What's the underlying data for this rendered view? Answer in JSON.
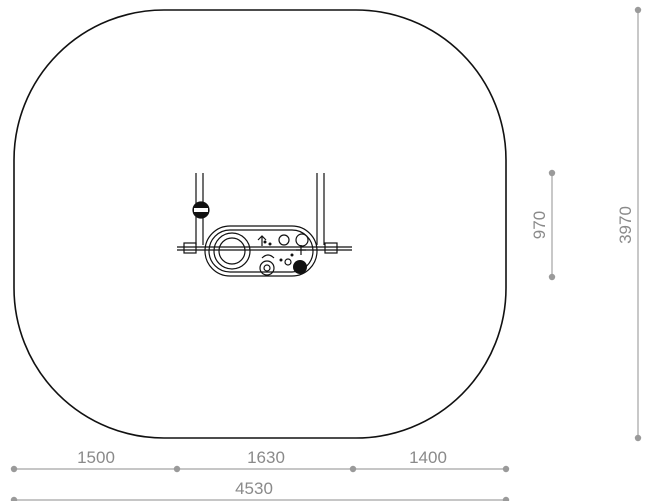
{
  "drawing": {
    "dimensions": {
      "segment_left": "1500",
      "segment_middle": "1630",
      "segment_right": "1400",
      "total_width": "4530",
      "equipment_depth": "970",
      "total_depth": "3970"
    },
    "units": "mm"
  }
}
